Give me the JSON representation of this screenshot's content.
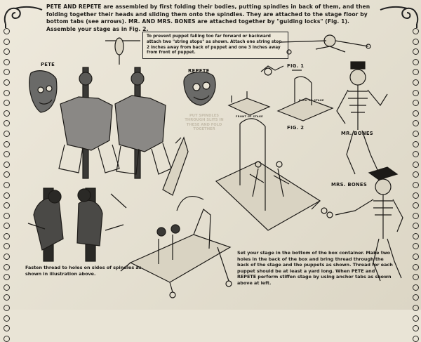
{
  "intro_text": "PETE AND REPETE are assembled by first folding their bodies, putting spindles in back of them, and then folding together their heads and sliding them onto the spindles. They are attached to the stage floor by bottom tabs (see arrows). MR. AND MRS. BONES are attached together by \"guiding locks\" (Fig. 1). Assemble your stage as in Fig. 2.",
  "note_box": "To prevent puppet falling too far forward or backward attach two \"string stops\" as shown. Attach one string stop 2 inches away from back of puppet and one 3 inches away from front of puppet.",
  "labels": {
    "pete": "PETE",
    "repete": "REPETE",
    "fig1": "FIG. 1",
    "fig2": "FIG. 2",
    "mr_bones": "MR. BONES",
    "mrs_bones": "MRS. BONES",
    "front_of_stage": "FRONT OF STAGE",
    "back_of_stage": "BACK OF STAGE"
  },
  "faint_text": "PUT SPINDLES THROUGH SLITS IN THESE AND FOLD TOGETHER",
  "caption_left": "Fasten thread to holes on sides of spindles as shown in illustration above.",
  "caption_right": "Set your stage in the bottom of the box container. Make two holes in the back of the box and bring thread through the back of the stage and the puppets as shown. Thread for each puppet should be at least a yard long. When PETE and REPETE perform stiffen stage by using anchor tabs as shown above at left.",
  "colors": {
    "paper": "#e9e4d6",
    "ink": "#1c1a17",
    "note_border": "#222222"
  }
}
